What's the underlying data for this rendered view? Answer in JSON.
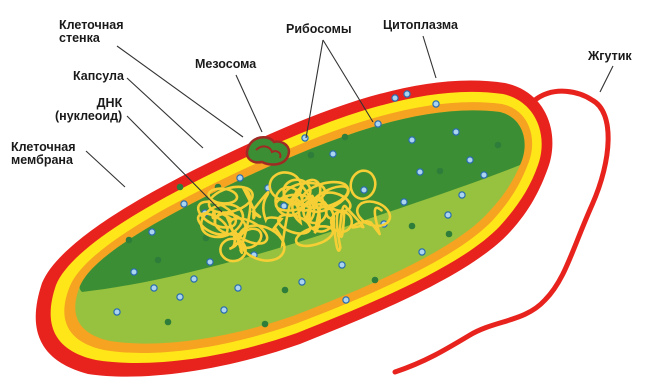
{
  "labels": {
    "cell_wall": [
      "Клеточная",
      "стенка"
    ],
    "mesosome": "Мезосома",
    "ribosomes": "Рибосомы",
    "cytoplasm": "Цитоплазма",
    "flagellum": "Жгутик",
    "capsule": "Капсула",
    "dna": [
      "ДНК",
      "(нуклеоид)"
    ],
    "membrane": [
      "Клеточная",
      "мембрана"
    ]
  },
  "colors": {
    "capsule": "#e8231e",
    "cell_wall": "#ffe619",
    "wall_inner": "#f5a321",
    "cytoplasm_dark": "#3c8e34",
    "cytoplasm_light": "#97c23f",
    "nucleoid": "#f5cf35",
    "ribosome": "#aad4ef",
    "mesosome": "#a02a24",
    "granule": "#2f7d3a",
    "leader": "#333333"
  }
}
